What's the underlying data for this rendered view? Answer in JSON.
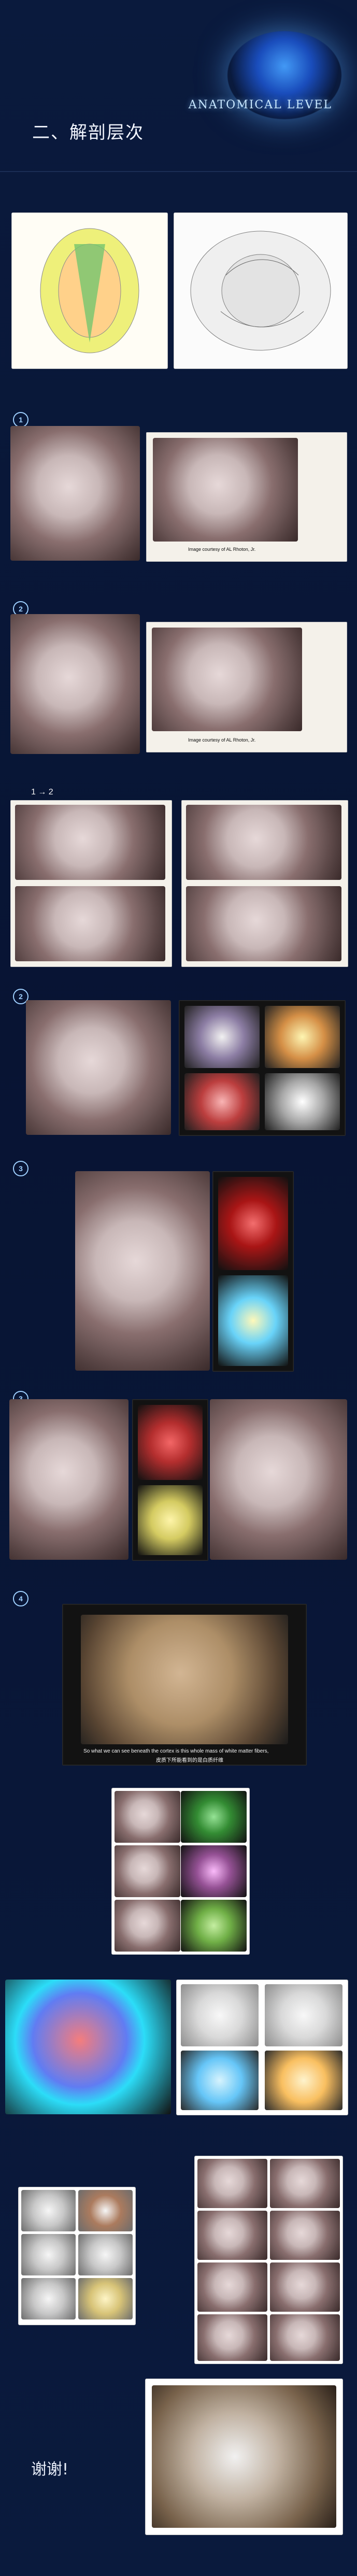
{
  "header": {
    "title": "二、解剖层次",
    "brand_text": "ANATOMICAL LEVEL"
  },
  "section_numbers": {
    "n1": "1",
    "n2": "2",
    "n3": "3",
    "n4": "4"
  },
  "captions": {
    "c1": "Image courtesy of AL Rhoton, Jr.",
    "c2": "Image courtesy of AL Rhoton, Jr."
  },
  "labels": {
    "arrow_text": "1 → 2"
  },
  "video_caption": {
    "line1": "So what we can see beneath the cortex is this whole mass of white matter fibers,",
    "line2": "皮质下所能看到的是白质纤维"
  },
  "footer": {
    "text": "谢谢!"
  }
}
